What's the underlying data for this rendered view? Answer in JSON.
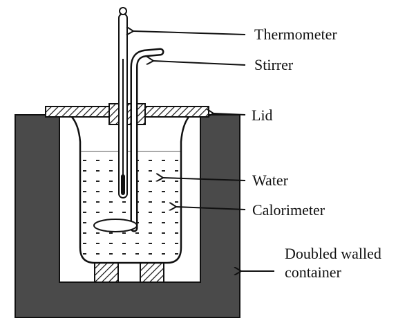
{
  "labels": {
    "thermometer": "Thermometer",
    "stirrer": "Stirrer",
    "lid": "Lid",
    "water": "Water",
    "calorimeter": "Calorimeter",
    "container_line1": "Doubled walled",
    "container_line2": "container"
  },
  "colors": {
    "outer_wall": "#4a4a4a",
    "ink": "#111111",
    "paper": "#ffffff"
  }
}
